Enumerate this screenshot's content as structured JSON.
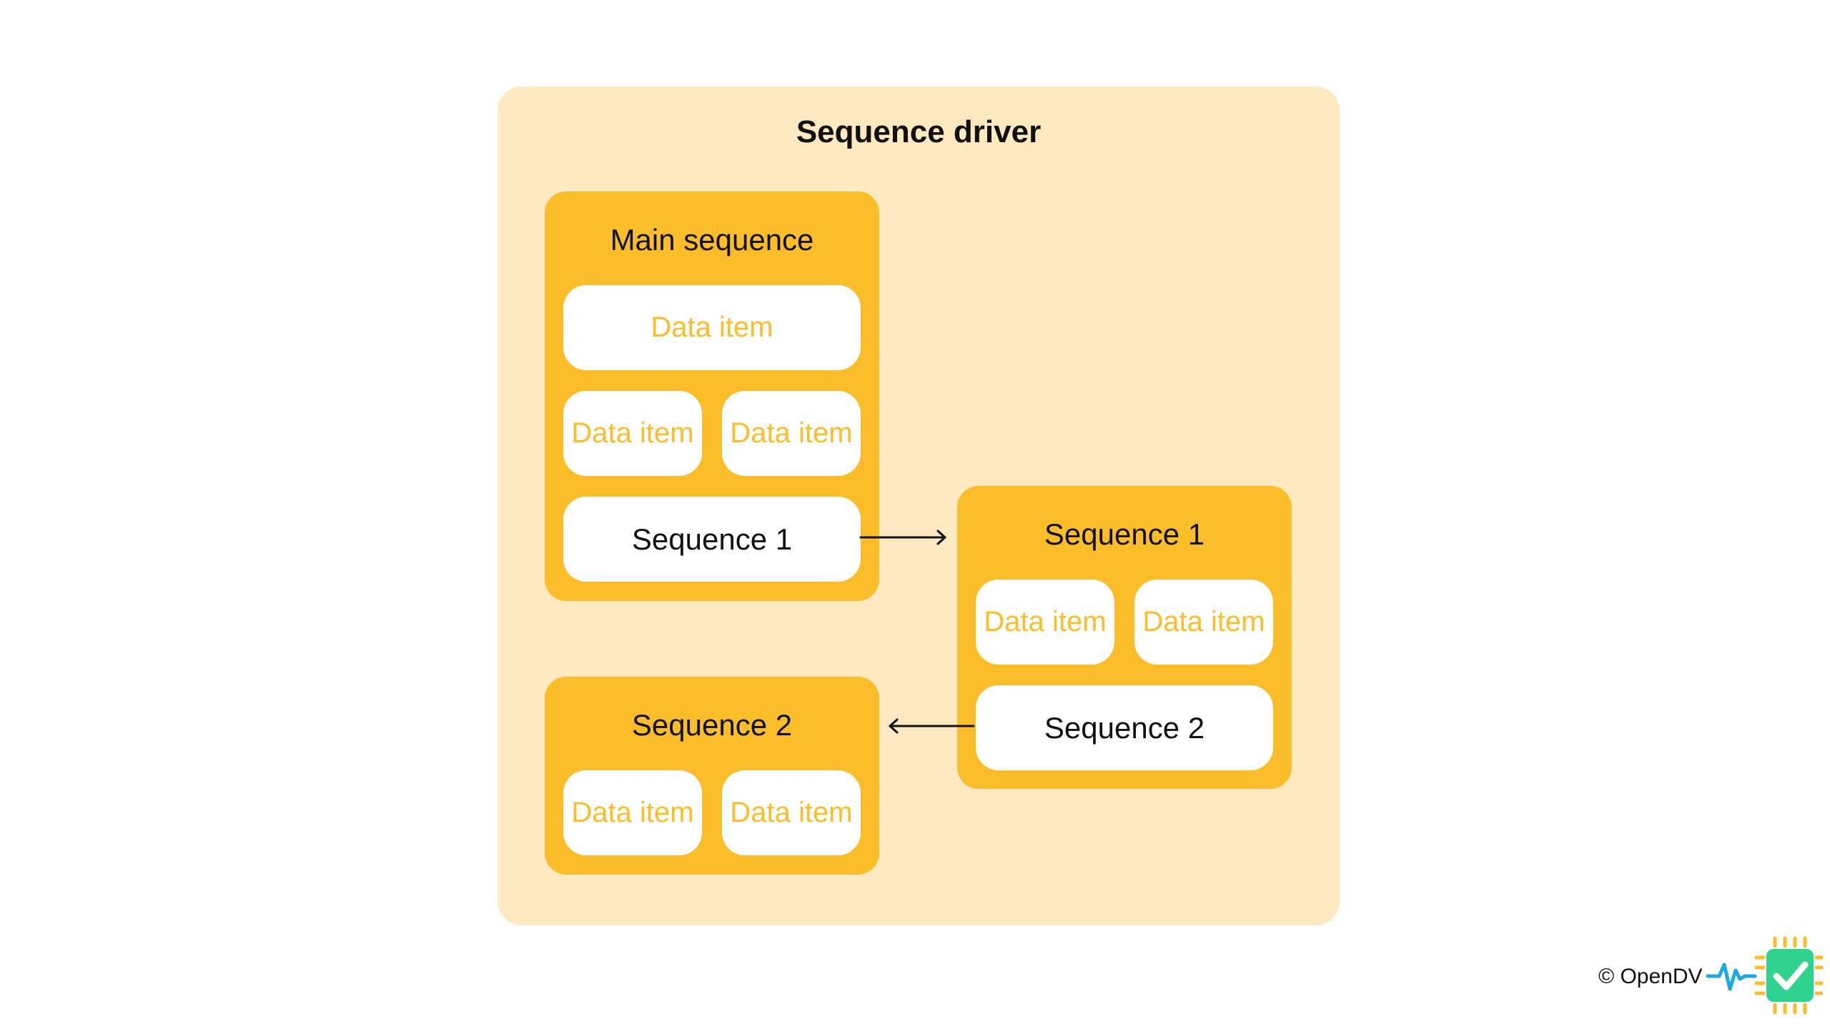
{
  "driver": {
    "title": "Sequence driver"
  },
  "main_sequence": {
    "title": "Main sequence",
    "items": [
      "Data item",
      "Data item",
      "Data item"
    ],
    "ref": "Sequence 1"
  },
  "sequence_1": {
    "title": "Sequence 1",
    "items": [
      "Data item",
      "Data item"
    ],
    "ref": "Sequence 2"
  },
  "sequence_2": {
    "title": "Sequence 2",
    "items": [
      "Data item",
      "Data item"
    ]
  },
  "footer": {
    "copyright": "© OpenDV"
  },
  "colors": {
    "driver_bg": "#FEE9C0",
    "sequence_bg": "#FCBD2A",
    "data_item_text": "#FCBD2A",
    "logo_green": "#2ED28E",
    "logo_blue": "#1BA9E1"
  }
}
